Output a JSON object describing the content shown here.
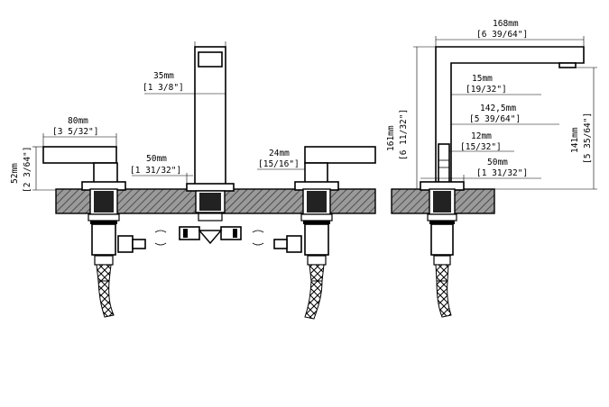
{
  "front_view": {
    "spout_width": {
      "metric": "35mm",
      "imperial": "[1 3/8\"]"
    },
    "handle_length": {
      "metric": "80mm",
      "imperial": "[3 5/32\"]"
    },
    "handle_height": {
      "metric": "52mm",
      "imperial": "[2 3/64\"]"
    },
    "base_diameter": {
      "metric": "50mm",
      "imperial": "[1 31/32\"]"
    },
    "handle_width": {
      "metric": "24mm",
      "imperial": "[15/16\"]"
    }
  },
  "side_view": {
    "spout_reach": {
      "metric": "168mm",
      "imperial": "[6 39/64\"]"
    },
    "spout_thickness": {
      "metric": "15mm",
      "imperial": "[19/32\"]"
    },
    "body_height": {
      "metric": "142,5mm",
      "imperial": "[5 39/64\"]"
    },
    "handle_thickness": {
      "metric": "12mm",
      "imperial": "[15/32\"]"
    },
    "base_diameter": {
      "metric": "50mm",
      "imperial": "[1 31/32\"]"
    },
    "total_height": {
      "metric": "161mm",
      "imperial": "[6 11/32\"]"
    },
    "outlet_height": {
      "metric": "141mm",
      "imperial": "[5 35/64\"]"
    }
  }
}
